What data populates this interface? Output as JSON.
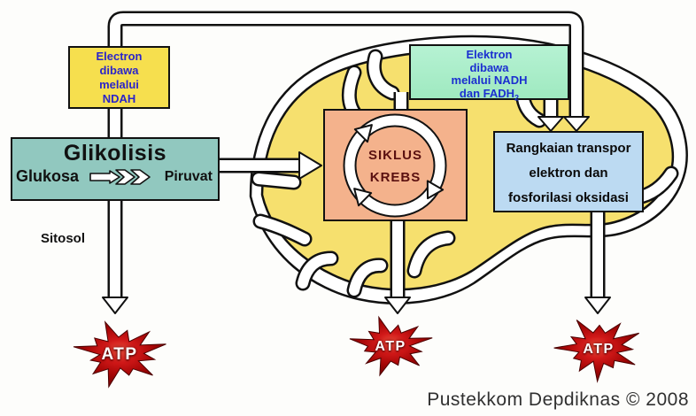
{
  "boxes": {
    "electron_cytosol": {
      "lines": [
        "Electron",
        "dibawa",
        "melalui",
        "NDAH"
      ]
    },
    "glycolysis": {
      "title": "Glikolisis",
      "substrate": "Glukosa",
      "product": "Piruvat"
    },
    "electron_mito": {
      "lines": [
        "Elektron",
        "dibawa",
        "melalui NADH"
      ],
      "line4_main": "dan FADH",
      "line4_sub": "2"
    },
    "krebs": {
      "line1": "SIKLUS",
      "line2": "KREBS"
    },
    "etc": {
      "lines": [
        "Rangkaian transpor",
        "elektron dan",
        "fosforilasi oksidasi"
      ]
    }
  },
  "labels": {
    "cytosol": "Sitosol",
    "atp1": "ATP",
    "atp2": "ATP",
    "atp3": "ATP",
    "credit": "Pustekkom Depdiknas © 2008"
  },
  "colors": {
    "electron_cytosol_box": "#f6df4e",
    "glycolysis_box": "#91c8bf",
    "electron_mito_box": "#a9edc8",
    "krebs_box": "#f4b28c",
    "etc_box": "#bcdaf2",
    "mito_matrix": "#f6e06e",
    "outline": "#111111",
    "atp_burst": "#a40606",
    "box_text_blue": "#2b24c9",
    "krebs_text": "#5a1010"
  }
}
